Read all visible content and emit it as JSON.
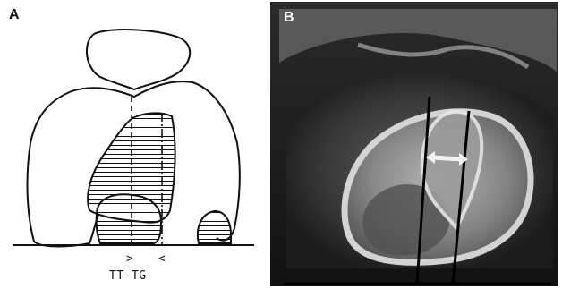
{
  "panels": {
    "a": {
      "label": "A"
    },
    "b": {
      "label": "B"
    }
  },
  "annotations": {
    "tick_left": ">",
    "tick_right": "<",
    "measure_label": "TT-TG"
  },
  "colors": {
    "line": "#111111",
    "ct_background": "#1a1a1a",
    "ct_bone": "#cfcfcf",
    "arrow": "#f2f2f2"
  }
}
